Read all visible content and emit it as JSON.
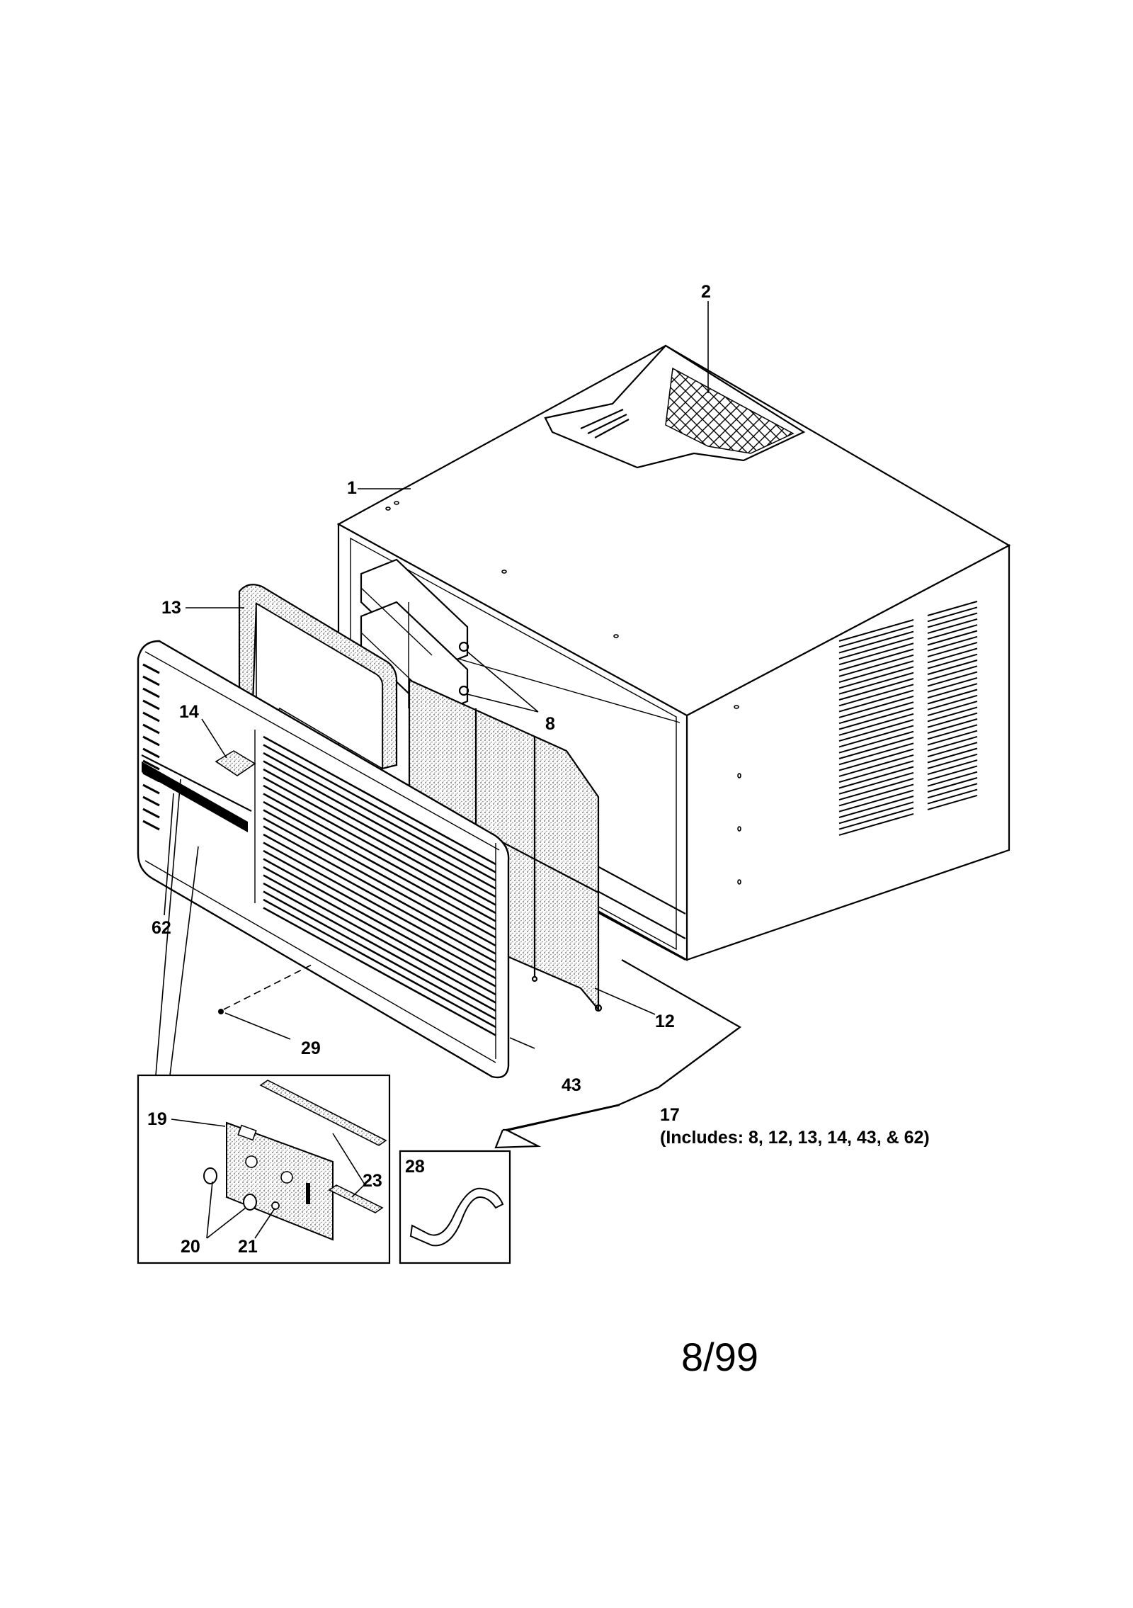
{
  "callouts": {
    "c1": "1",
    "c2": "2",
    "c8": "8",
    "c12": "12",
    "c13": "13",
    "c14": "14",
    "c17": "17",
    "c17_note": "(Includes: 8, 12, 13, 14, 43, & 62)",
    "c19": "19",
    "c20": "20",
    "c21": "21",
    "c23": "23",
    "c28": "28",
    "c29": "29",
    "c43": "43",
    "c62": "62"
  },
  "footer": {
    "date_code": "8/99"
  }
}
